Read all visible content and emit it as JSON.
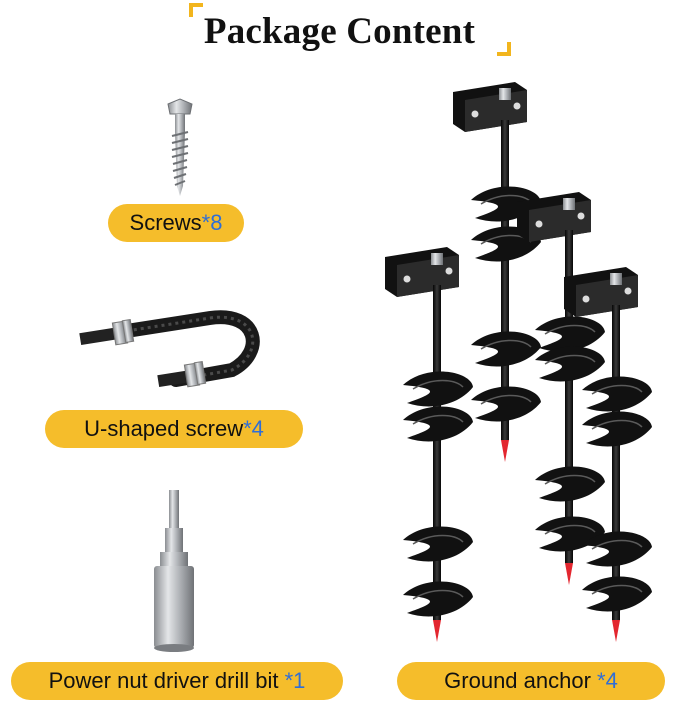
{
  "title": "Package Content",
  "colors": {
    "accent_yellow": "#f5bd2b",
    "corner_yellow": "#f2b51d",
    "quantity_blue": "#2f6ed6",
    "anchor_black": "#111111",
    "tip_red": "#e3262f"
  },
  "items": [
    {
      "name": "Screws",
      "quantity": "*8"
    },
    {
      "name": "U-shaped screw",
      "quantity": "*4"
    },
    {
      "name": "Power nut driver drill bit ",
      "quantity": "*1"
    },
    {
      "name": "Ground anchor ",
      "quantity": "*4"
    }
  ]
}
